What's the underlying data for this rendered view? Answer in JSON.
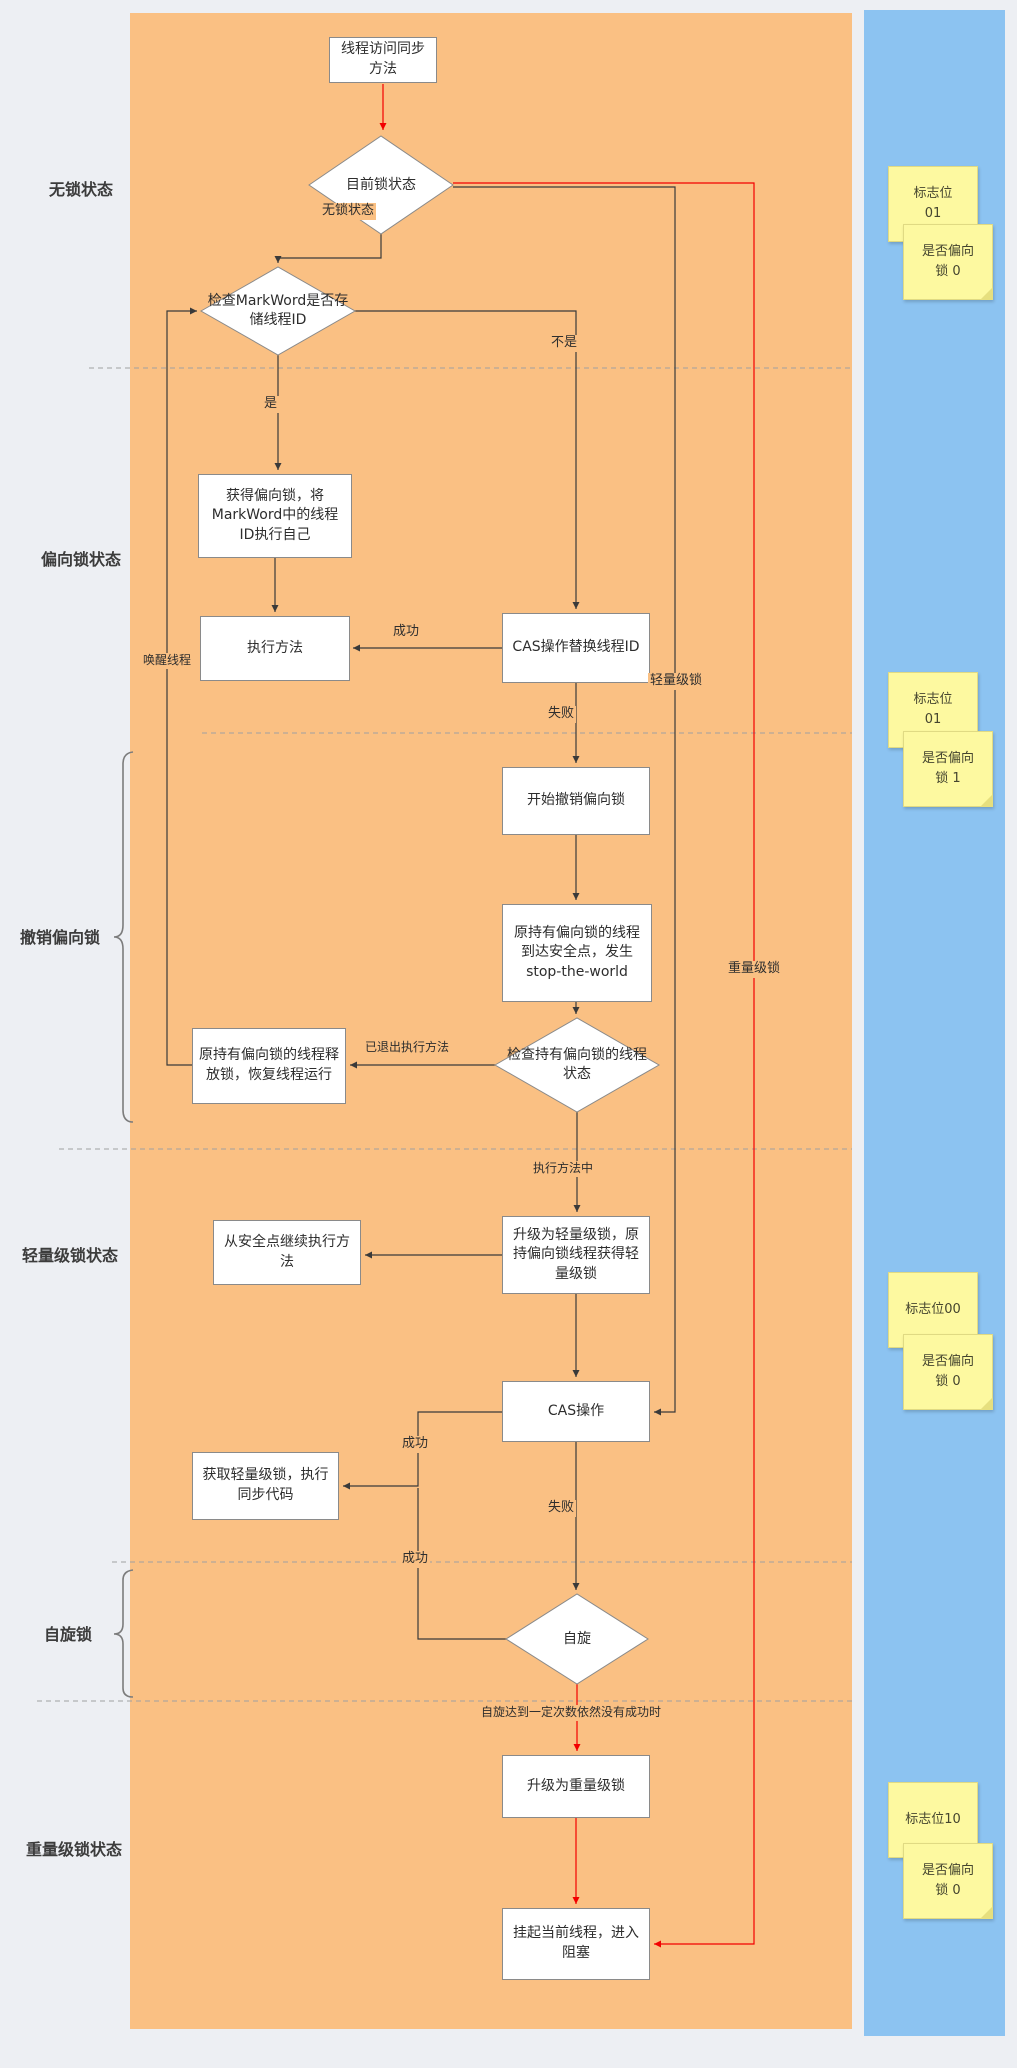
{
  "colors": {
    "panel_orange": "#fac083",
    "panel_blue": "#8cc3f1",
    "note_yellow": "#fdf9a0",
    "edge_red": "#f20000",
    "edge_dark": "#3a3a3a"
  },
  "stages": {
    "no_lock": "无锁状态",
    "biased": "偏向锁状态",
    "revoke_biased": "撤销偏向锁",
    "lightweight": "轻量级锁状态",
    "spin": "自旋锁",
    "heavyweight": "重量级锁状态"
  },
  "nodes": {
    "start": "线程访问同步方法",
    "current_state": "目前锁状态",
    "check_markword": "检查MarkWord是否存储线程ID",
    "acquire_biased": "获得偏向锁，将MarkWord中的线程ID执行自己",
    "execute": "执行方法",
    "cas_replace": "CAS操作替换线程ID",
    "start_revoke": "开始撤销偏向锁",
    "safepoint": "原持有偏向锁的线程到达安全点，发生stop-the-world",
    "check_thread": "检查持有偏向锁的线程状态",
    "release": "原持有偏向锁的线程释放锁，恢复线程运行",
    "upgrade_light": "升级为轻量级锁，原持偏向锁线程获得轻量级锁",
    "continue_safe": "从安全点继续执行方法",
    "cas_op": "CAS操作",
    "get_light": "获取轻量级锁，执行同步代码",
    "spin": "自旋",
    "upgrade_heavy": "升级为重量级锁",
    "suspend": "挂起当前线程，进入阻塞"
  },
  "edge_labels": {
    "no_lock": "无锁状态",
    "yes": "是",
    "no": "不是",
    "success_cas_replace": "成功",
    "fail_cas_replace": "失败",
    "lightweight": "轻量级锁",
    "heavyweight": "重量级锁",
    "wake_thread": "唤醒线程",
    "exited_method": "已退出执行方法",
    "executing_method": "执行方法中",
    "success_cas_op": "成功",
    "fail_cas_op": "失败",
    "success_spin": "成功",
    "spin_fail_cond": "自旋达到一定次数依然没有成功时"
  },
  "notes": [
    {
      "text": "标志位\n01"
    },
    {
      "text": "是否偏向\n锁 0"
    },
    {
      "text": "标志位\n01"
    },
    {
      "text": "是否偏向\n锁 1"
    },
    {
      "text": "标志位00"
    },
    {
      "text": "是否偏向\n锁 0"
    },
    {
      "text": "标志位10"
    },
    {
      "text": "是否偏向\n锁 0"
    }
  ]
}
